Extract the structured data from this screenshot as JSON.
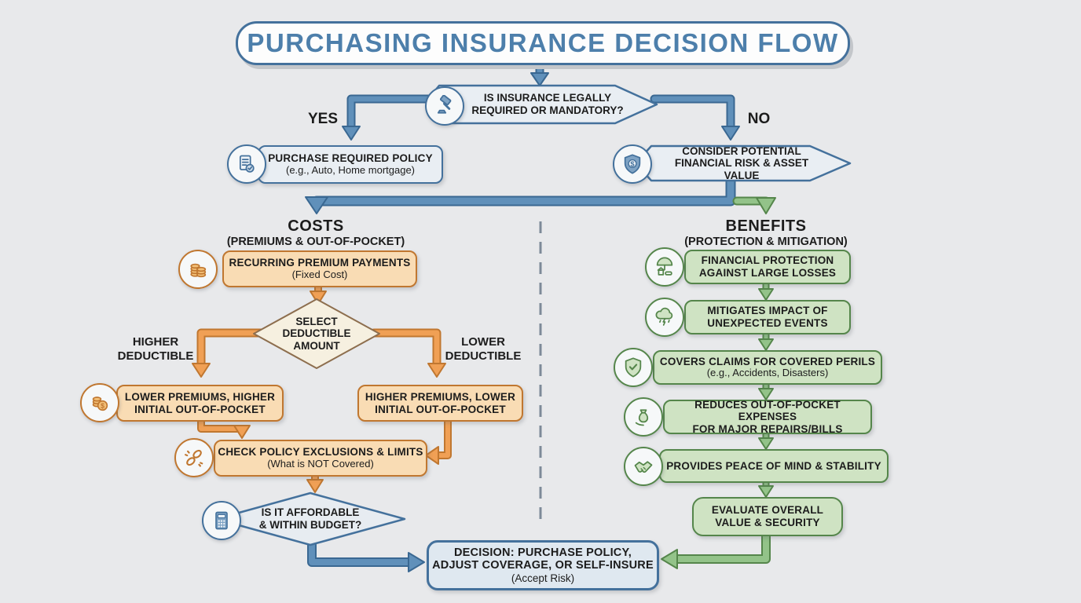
{
  "title": "PURCHASING INSURANCE DECISION FLOW",
  "colors": {
    "background": "#e8e9eb",
    "blue_accent": "#44719c",
    "blue_fill": "#e9eef3",
    "orange_accent": "#c07730",
    "orange_fill": "#f9dcb4",
    "green_accent": "#55864b",
    "green_fill": "#cfe3c3",
    "title_text": "#4d7fab"
  },
  "root_decision": {
    "icon": "gavel-icon",
    "line1": "IS INSURANCE LEGALLY",
    "line2": "REQUIRED OR MANDATORY?"
  },
  "branch_labels": {
    "yes": "YES",
    "no": "NO"
  },
  "yes_node": {
    "icon": "document-check-icon",
    "line1": "PURCHASE REQUIRED POLICY",
    "line2": "(e.g., Auto, Home mortgage)"
  },
  "no_node": {
    "icon": "shield-dollar-icon",
    "line1": "CONSIDER POTENTIAL",
    "line2": "FINANCIAL RISK & ASSET VALUE"
  },
  "costs": {
    "heading": "COSTS",
    "subheading": "(PREMIUMS & OUT-OF-POCKET)",
    "premium_box": {
      "icon": "coins-icon",
      "line1": "RECURRING PREMIUM PAYMENTS",
      "line2": "(Fixed Cost)"
    },
    "deductible_diamond": {
      "line1": "SELECT",
      "line2": "DEDUCTIBLE",
      "line3": "AMOUNT"
    },
    "higher_label": {
      "line1": "HIGHER",
      "line2": "DEDUCTIBLE"
    },
    "lower_label": {
      "line1": "LOWER",
      "line2": "DEDUCTIBLE"
    },
    "higher_branch_box": {
      "icon": "coin-dollar-icon",
      "line1": "LOWER PREMIUMS, HIGHER",
      "line2": "INITIAL OUT-OF-POCKET"
    },
    "lower_branch_box": {
      "line1": "HIGHER PREMIUMS, LOWER",
      "line2": "INITIAL OUT-OF-POCKET"
    },
    "exclusions_box": {
      "icon": "broken-chain-icon",
      "line1": "CHECK POLICY EXCLUSIONS & LIMITS",
      "line2": "(What is NOT Covered)"
    },
    "affordable_diamond": {
      "icon": "calculator-icon",
      "line1": "IS IT AFFORDABLE",
      "line2": "& WITHIN BUDGET?"
    }
  },
  "benefits": {
    "heading": "BENEFITS",
    "subheading": "(PROTECTION & MITIGATION)",
    "items": [
      {
        "icon": "umbrella-house-icon",
        "line1": "FINANCIAL PROTECTION",
        "line2": "AGAINST LARGE LOSSES"
      },
      {
        "icon": "storm-cloud-icon",
        "line1": "MITIGATES IMPACT OF",
        "line2": "UNEXPECTED EVENTS"
      },
      {
        "icon": "shield-check-icon",
        "line1": "COVERS CLAIMS FOR COVERED PERILS",
        "line2": "(e.g., Accidents, Disasters)"
      },
      {
        "icon": "money-bag-icon",
        "line1": "REDUCES OUT-OF-POCKET EXPENSES",
        "line2": "FOR MAJOR REPAIRS/BILLS"
      },
      {
        "icon": "handshake-icon",
        "line1": "PROVIDES PEACE OF MIND & STABILITY",
        "line2": ""
      },
      {
        "icon": "",
        "line1": "EVALUATE OVERALL",
        "line2": "VALUE & SECURITY"
      }
    ]
  },
  "decision_box": {
    "line1": "DECISION: PURCHASE POLICY,",
    "line2": "ADJUST COVERAGE, OR SELF-INSURE",
    "line3": "(Accept Risk)"
  }
}
